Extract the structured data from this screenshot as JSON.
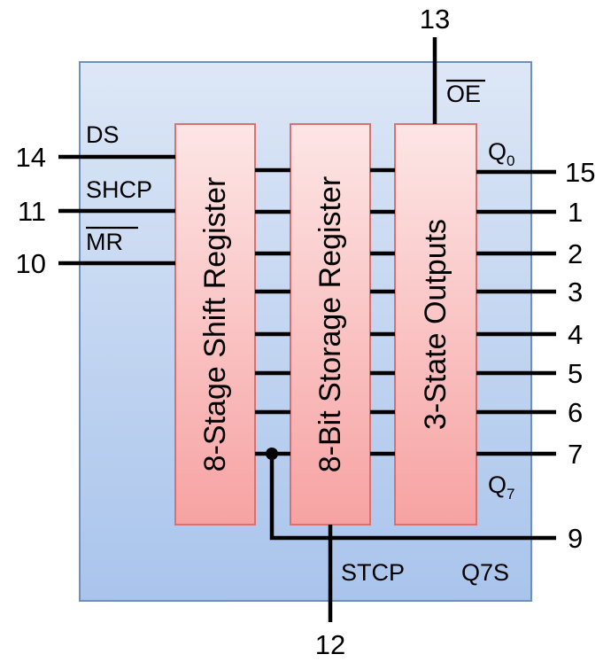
{
  "blocks": {
    "shift_register": "8-Stage Shift Register",
    "storage_register": "8-Bit Storage Register",
    "outputs": "3-State Outputs"
  },
  "inputs": {
    "ds": {
      "label": "DS",
      "pin": "14"
    },
    "shcp": {
      "label": "SHCP",
      "pin": "11"
    },
    "mr": {
      "label": "MR",
      "pin": "10"
    },
    "oe": {
      "label": "OE",
      "pin": "13"
    },
    "stcp": {
      "label": "STCP",
      "pin": "12"
    }
  },
  "outputs": {
    "q0_label": "Q",
    "q0_sub": "0",
    "q7_label": "Q",
    "q7_sub": "7",
    "q7s": {
      "label": "Q7S",
      "pin": "9"
    },
    "pins": [
      "15",
      "1",
      "2",
      "3",
      "4",
      "5",
      "6",
      "7"
    ]
  },
  "colors": {
    "chip_top": "#dde7f6",
    "chip_bottom": "#a9c4ec",
    "chip_border": "#6f8fbf",
    "block_top": "#fde6e6",
    "block_bottom": "#f7a2a2",
    "block_border": "#d9726f"
  }
}
